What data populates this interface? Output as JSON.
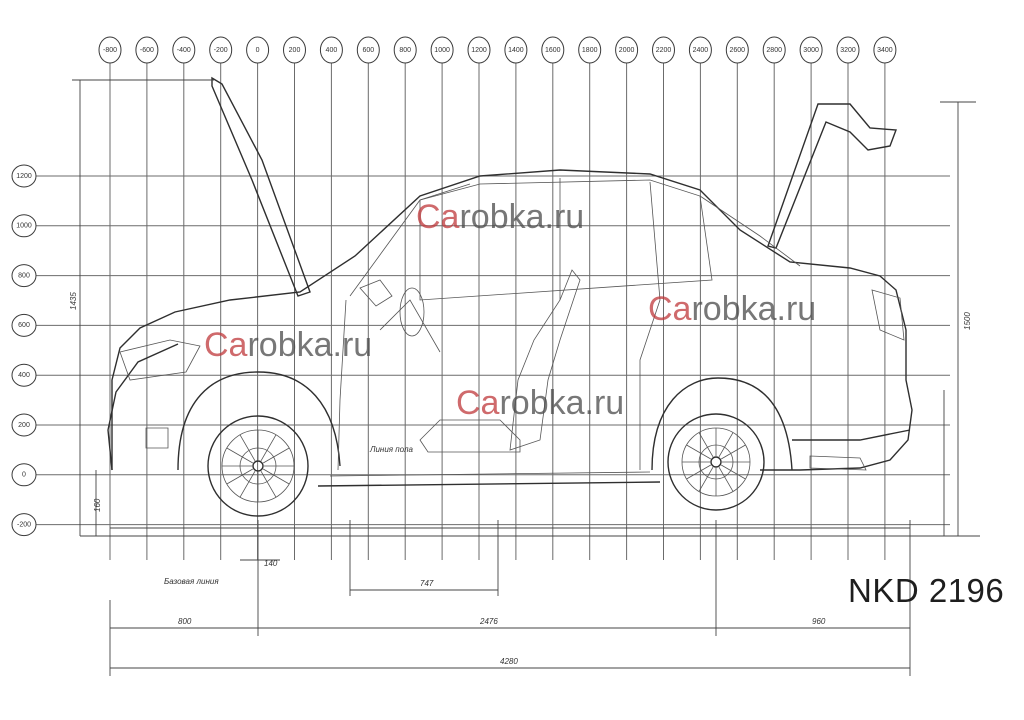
{
  "model_label": "NKD 2196",
  "watermark": {
    "red_part": "Ca",
    "rest": "robka.ru"
  },
  "x_grid_labels": [
    "-800",
    "-600",
    "-400",
    "-200",
    "0",
    "200",
    "400",
    "600",
    "800",
    "1000",
    "1200",
    "1400",
    "1600",
    "1800",
    "2000",
    "2200",
    "2400",
    "2600",
    "2800",
    "3000",
    "3200",
    "3400"
  ],
  "y_grid_labels": [
    "1200",
    "1000",
    "800",
    "600",
    "400",
    "200",
    "0",
    "-200"
  ],
  "dimensions": {
    "front_overhang": "800",
    "wheelbase": "2476",
    "rear_overhang": "960",
    "overall_length": "4280",
    "seat_track": "747",
    "front_wheel_offset": "140",
    "ground_clearance": "160",
    "overall_height": "1500",
    "body_height": "1435"
  },
  "annotations": {
    "ground_line": "Базовая линия",
    "floor_line": "Линия пола"
  }
}
